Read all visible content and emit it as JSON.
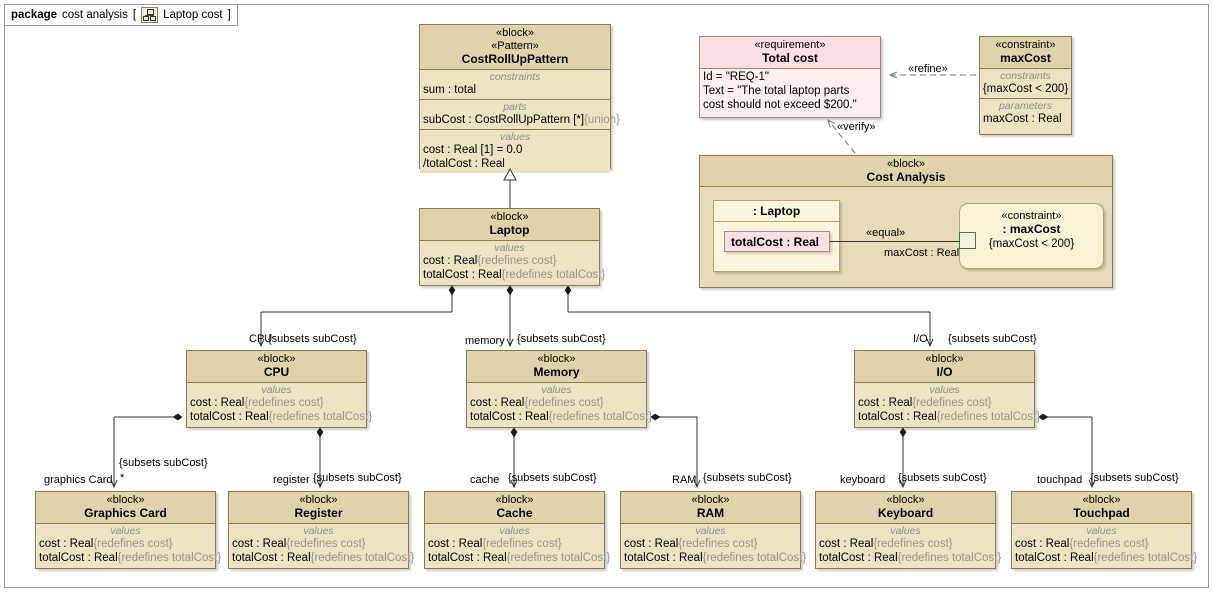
{
  "package": {
    "keyword": "package",
    "name": "cost analysis",
    "open": "[",
    "diagram": "Laptop cost",
    "close": "]",
    "icon": "block-definition-diagram-icon"
  },
  "blocks": {
    "pattern": {
      "stereotype1": "«block»",
      "stereotype2": "«Pattern»",
      "name": "CostRollUpPattern",
      "sections": [
        {
          "caption": "constraints",
          "rows": [
            {
              "text": "sum : total"
            }
          ]
        },
        {
          "caption": "parts",
          "rows": [
            {
              "text": "subCost : CostRollUpPattern [*]",
              "suffix": "{union}"
            }
          ]
        },
        {
          "caption": "values",
          "rows": [
            {
              "text": "cost : Real [1] = 0.0"
            },
            {
              "text": "/totalCost : Real"
            }
          ]
        }
      ]
    },
    "requirement": {
      "stereotype": "«requirement»",
      "name": "Total cost",
      "rows": [
        "Id = \"REQ-1\"",
        "Text = \"The total laptop parts",
        "cost should not exceed $200.\""
      ]
    },
    "maxcost_constraint": {
      "stereotype": "«constraint»",
      "name": "maxCost",
      "sections": [
        {
          "caption": "constraints",
          "rows": [
            "{maxCost < 200}"
          ]
        },
        {
          "caption": "parameters",
          "rows": [
            "maxCost : Real"
          ]
        }
      ]
    },
    "cost_analysis": {
      "stereotype": "«block»",
      "name": "Cost Analysis",
      "part": {
        "name": ": Laptop",
        "property": "totalCost : Real"
      },
      "constraint": {
        "stereotype": "«constraint»",
        "name": ": maxCost",
        "expression": "{maxCost < 200}"
      },
      "connector_label": "«equal»",
      "connector_param": "maxCost : Real"
    },
    "laptop": {
      "stereotype": "«block»",
      "name": "Laptop",
      "caption": "values",
      "rows": [
        {
          "text": "cost : Real",
          "suffix": "{redefines cost}"
        },
        {
          "text": "totalCost : Real",
          "suffix": "{redefines totalCost}"
        }
      ]
    },
    "cpu": {
      "stereotype": "«block»",
      "name": "CPU",
      "caption": "values",
      "rows": [
        {
          "text": "cost : Real",
          "suffix": "{redefines cost}"
        },
        {
          "text": "totalCost : Real",
          "suffix": "{redefines totalCost}"
        }
      ]
    },
    "memory": {
      "stereotype": "«block»",
      "name": "Memory",
      "caption": "values",
      "rows": [
        {
          "text": "cost : Real",
          "suffix": "{redefines cost}"
        },
        {
          "text": "totalCost : Real",
          "suffix": "{redefines totalCost}"
        }
      ]
    },
    "io": {
      "stereotype": "«block»",
      "name": "I/O",
      "caption": "values",
      "rows": [
        {
          "text": "cost : Real",
          "suffix": "{redefines cost}"
        },
        {
          "text": "totalCost : Real",
          "suffix": "{redefines totalCost}"
        }
      ]
    },
    "graphics": {
      "stereotype": "«block»",
      "name": "Graphics Card",
      "caption": "values",
      "rows": [
        {
          "text": "cost : Real",
          "suffix": "{redefines cost}"
        },
        {
          "text": "totalCost : Real",
          "suffix": "{redefines totalCost}"
        }
      ]
    },
    "register": {
      "stereotype": "«block»",
      "name": "Register",
      "caption": "values",
      "rows": [
        {
          "text": "cost : Real",
          "suffix": "{redefines cost}"
        },
        {
          "text": "totalCost : Real",
          "suffix": "{redefines totalCost}"
        }
      ]
    },
    "cache": {
      "stereotype": "«block»",
      "name": "Cache",
      "caption": "values",
      "rows": [
        {
          "text": "cost : Real",
          "suffix": "{redefines cost}"
        },
        {
          "text": "totalCost : Real",
          "suffix": "{redefines totalCost}"
        }
      ]
    },
    "ram": {
      "stereotype": "«block»",
      "name": "RAM",
      "caption": "values",
      "rows": [
        {
          "text": "cost : Real",
          "suffix": "{redefines cost}"
        },
        {
          "text": "totalCost : Real",
          "suffix": "{redefines totalCost}"
        }
      ]
    },
    "keyboard": {
      "stereotype": "«block»",
      "name": "Keyboard",
      "caption": "values",
      "rows": [
        {
          "text": "cost : Real",
          "suffix": "{redefines cost}"
        },
        {
          "text": "totalCost : Real",
          "suffix": "{redefines totalCost}"
        }
      ]
    },
    "touchpad": {
      "stereotype": "«block»",
      "name": "Touchpad",
      "caption": "values",
      "rows": [
        {
          "text": "cost : Real",
          "suffix": "{redefines cost}"
        },
        {
          "text": "totalCost : Real",
          "suffix": "{redefines totalCost}"
        }
      ]
    }
  },
  "edges": {
    "refine": "«refine»",
    "verify": "«verify»",
    "subsets": "{subsets subCost}",
    "roles": {
      "cpu": "CPU",
      "memory": "memory",
      "io": "I/O",
      "graphics": "graphics Card",
      "graphics_mult": "*",
      "register": "register",
      "cache": "cache",
      "ram": "RAM",
      "keyboard": "keyboard",
      "touchpad": "touchpad"
    }
  },
  "colors": {
    "block_fill": "#ece3c4",
    "block_header": "#ded3ab",
    "block_border": "#8c7a4e",
    "requirement_fill": "#fdeef0",
    "requirement_header": "#fbdfe2",
    "part_fill": "#fbf6dd",
    "constraint_port": "#3c7a4e",
    "caption_text": "#8e8e8e",
    "redefines_text": "#9a948a"
  }
}
